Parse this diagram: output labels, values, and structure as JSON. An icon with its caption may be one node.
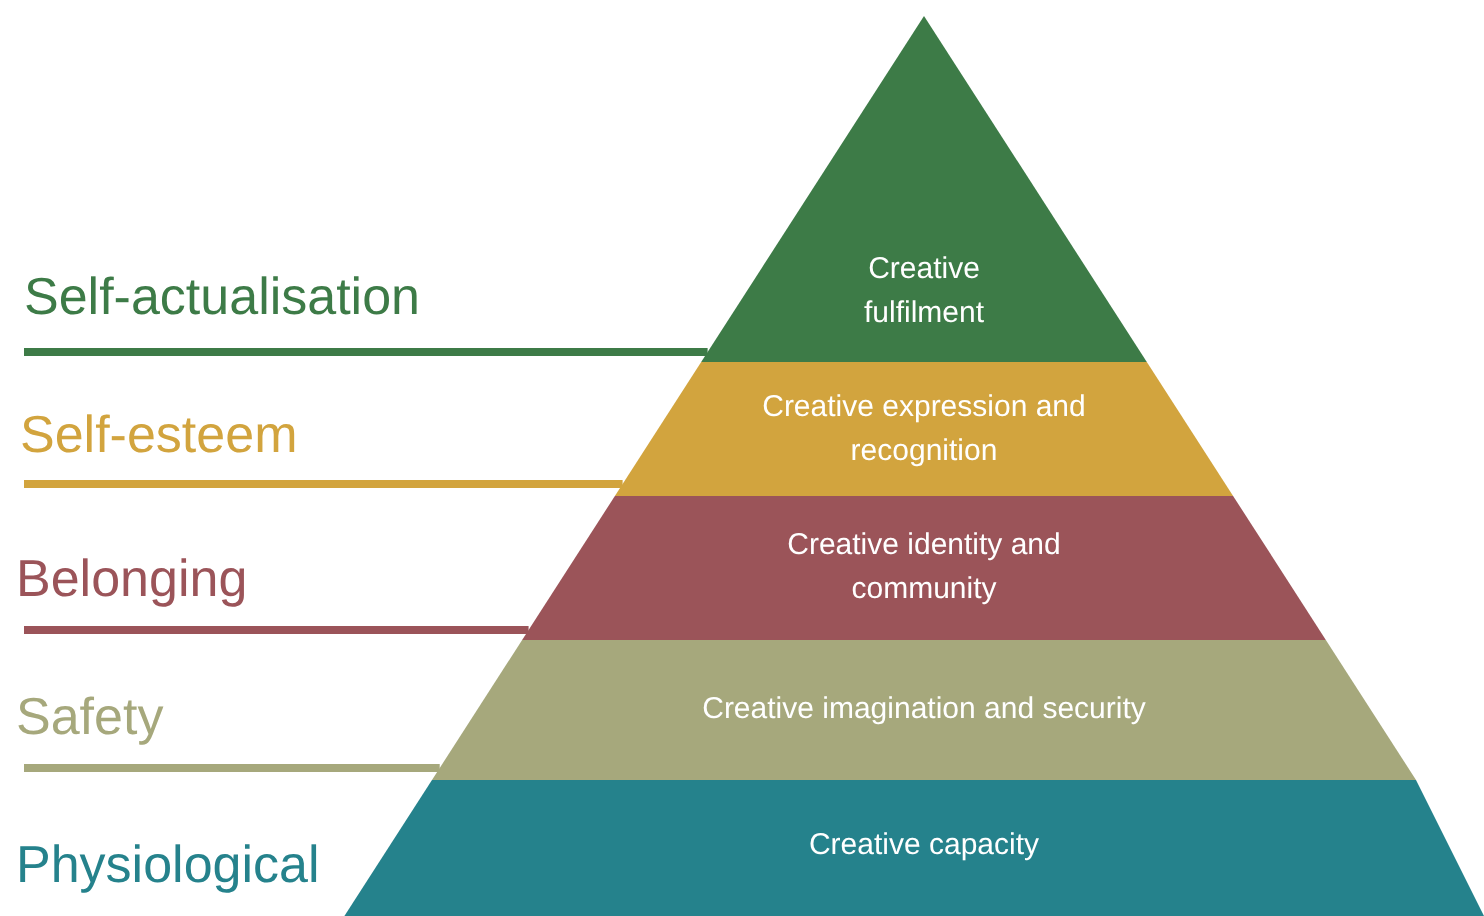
{
  "diagram": {
    "nodes": [
      {
        "text": [
          "Self-actualisation"
        ]
      },
      {
        "text": [
          "Creative fulfilment"
        ]
      },
      {
        "text": [
          "Self-esteem"
        ]
      },
      {
        "text": [
          "Creative expression and recognition"
        ]
      },
      {
        "text": [
          "Belonging"
        ]
      },
      {
        "text": [
          "Creative identity and community"
        ]
      },
      {
        "text": [
          "Safety"
        ]
      },
      {
        "text": [
          "Creative imagination and security"
        ]
      },
      {
        "text": [
          "Creative capacity"
        ],
        "beside": [
          "Physiological"
        ]
      }
    ],
    "edges": [
      {
        "from": 0,
        "to": 1,
        "arrow": "none",
        "color": "#3d7b47"
      },
      {
        "from": 2,
        "to": 3,
        "arrow": "none",
        "color": "#d2a43e"
      },
      {
        "from": 4,
        "to": 5,
        "arrow": "none",
        "color": "#9b5459"
      },
      {
        "from": 6,
        "to": 7,
        "arrow": "none",
        "color": "#a6a87c"
      }
    ]
  }
}
